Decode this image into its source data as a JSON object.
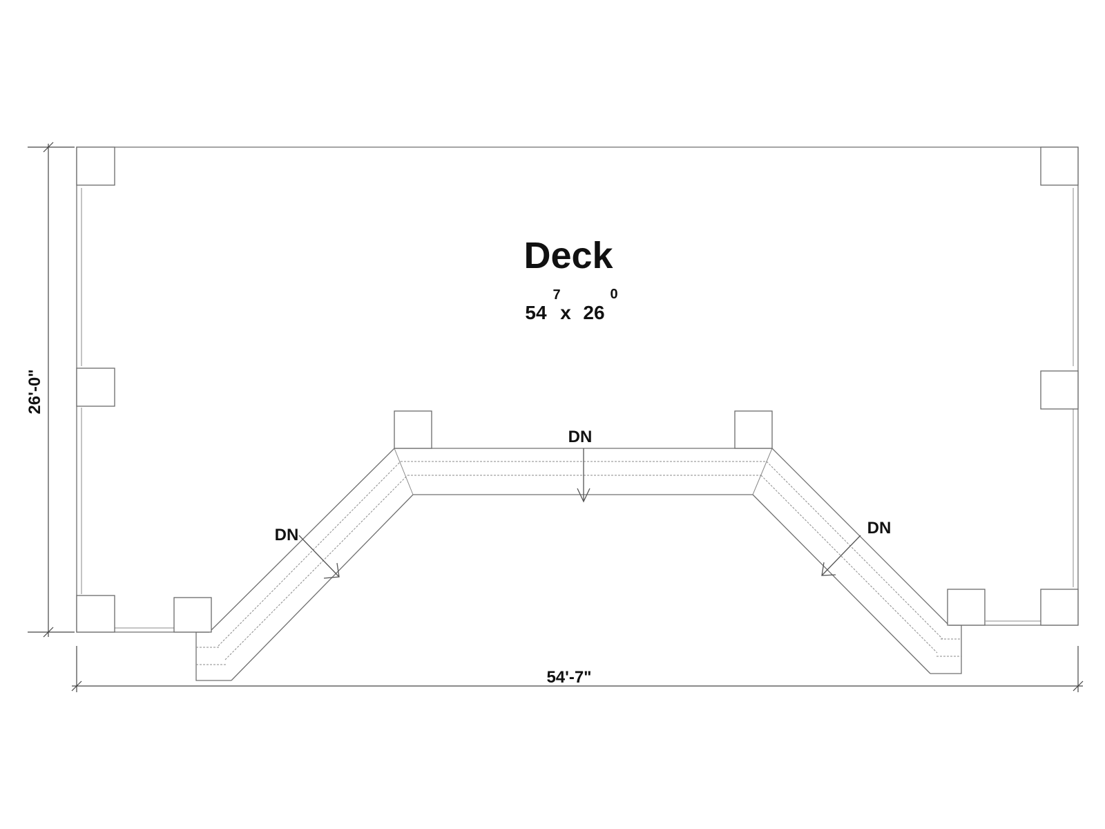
{
  "room": {
    "name": "Deck",
    "width_main": "54",
    "width_sup": "7",
    "separator": "x",
    "depth_main": "26",
    "depth_sup": "0"
  },
  "stairs": [
    {
      "label": "DN"
    },
    {
      "label": "DN"
    },
    {
      "label": "DN"
    }
  ],
  "dimensions": {
    "overall_width": "54'-7\"",
    "overall_depth": "26'-0\""
  }
}
